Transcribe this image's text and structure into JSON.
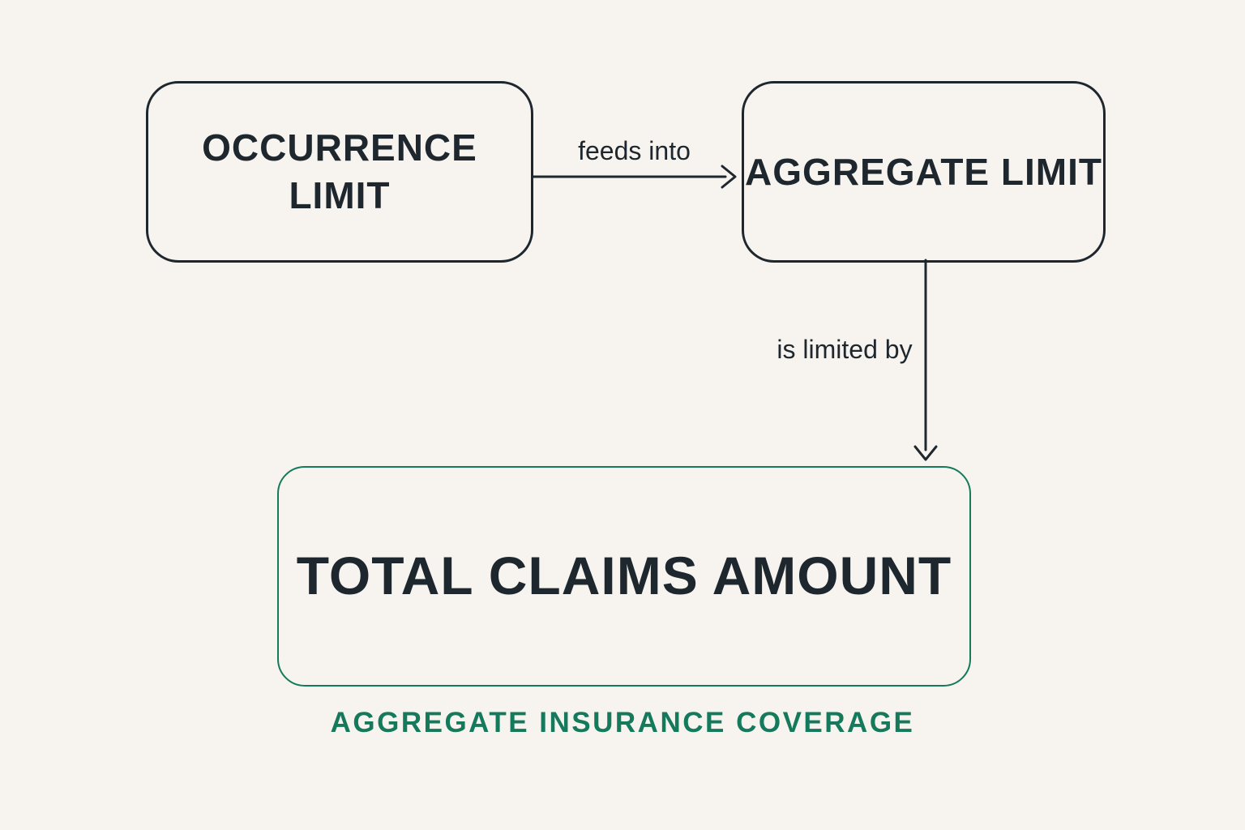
{
  "diagram": {
    "nodes": {
      "occurrence_limit": {
        "label": "OCCURRENCE LIMIT"
      },
      "aggregate_limit": {
        "label": "AGGREGATE LIMIT"
      },
      "total_claims": {
        "label": "TOTAL CLAIMS AMOUNT"
      }
    },
    "edges": {
      "feeds_into": {
        "label": "feeds into"
      },
      "is_limited_by": {
        "label": "is limited by"
      }
    },
    "caption": "AGGREGATE INSURANCE COVERAGE",
    "colors": {
      "background": "#f7f4ef",
      "ink": "#1e272e",
      "accent_green": "#15795c"
    }
  }
}
